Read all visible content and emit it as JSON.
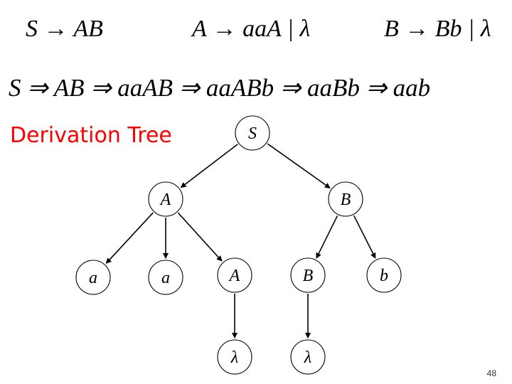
{
  "grammar": {
    "rules": [
      {
        "id": "rule-s",
        "text": "S → AB"
      },
      {
        "id": "rule-a",
        "text": "A → aaA | λ"
      },
      {
        "id": "rule-b",
        "text": "B → Bb | λ"
      }
    ]
  },
  "derivation": "S ⇒ AB ⇒ aaAB ⇒ aaABb ⇒ aaBb ⇒ aab",
  "tree": {
    "heading": "Derivation Tree",
    "nodes": [
      {
        "id": "n-s",
        "label": "S"
      },
      {
        "id": "n-a",
        "label": "A"
      },
      {
        "id": "n-b",
        "label": "B"
      },
      {
        "id": "n-a1",
        "label": "a"
      },
      {
        "id": "n-a2",
        "label": "a"
      },
      {
        "id": "n-a3",
        "label": "A"
      },
      {
        "id": "n-b2",
        "label": "B"
      },
      {
        "id": "n-b3",
        "label": "b"
      },
      {
        "id": "n-l1",
        "label": "λ"
      },
      {
        "id": "n-l2",
        "label": "λ"
      }
    ],
    "edges": [
      [
        "n-s",
        "n-a"
      ],
      [
        "n-s",
        "n-b"
      ],
      [
        "n-a",
        "n-a1"
      ],
      [
        "n-a",
        "n-a2"
      ],
      [
        "n-a",
        "n-a3"
      ],
      [
        "n-b",
        "n-b2"
      ],
      [
        "n-b",
        "n-b3"
      ],
      [
        "n-a3",
        "n-l1"
      ],
      [
        "n-b2",
        "n-l2"
      ]
    ]
  },
  "page_number": "48"
}
